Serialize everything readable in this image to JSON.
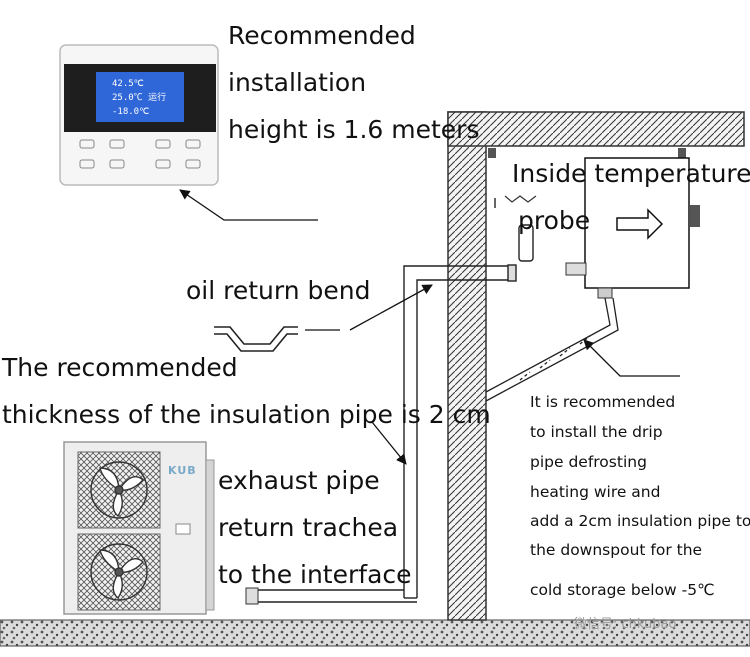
{
  "labels": {
    "install_height": [
      "Recommended",
      "installation",
      "height is 1.6 meters"
    ],
    "inside_probe": [
      "Inside temperature",
      "probe"
    ],
    "oil_return": "oil return bend",
    "insulation": [
      "The recommended",
      "thickness of the insulation pipe is 2 cm"
    ],
    "exhaust": [
      "exhaust pipe",
      "return trachea",
      "to the interface"
    ],
    "drip_note": [
      "It is recommended",
      " to install the drip",
      "pipe defrosting",
      "heating wire and",
      "add a 2cm insulation pipe to",
      "the downspout for the",
      "cold storage  below -5℃"
    ]
  },
  "controller": {
    "screen_lines": [
      "42.5℃",
      "25.0℃  运行",
      "-18.0℃"
    ]
  },
  "condensing_unit": {
    "brand": "KUB"
  },
  "watermark": "微信号: chkubao",
  "colors": {
    "ink": "#111111",
    "screen": "#2f67d8",
    "bezel": "#1e1e1e",
    "unit_body": "#eeeeee",
    "ground": "#d6d6d6"
  }
}
